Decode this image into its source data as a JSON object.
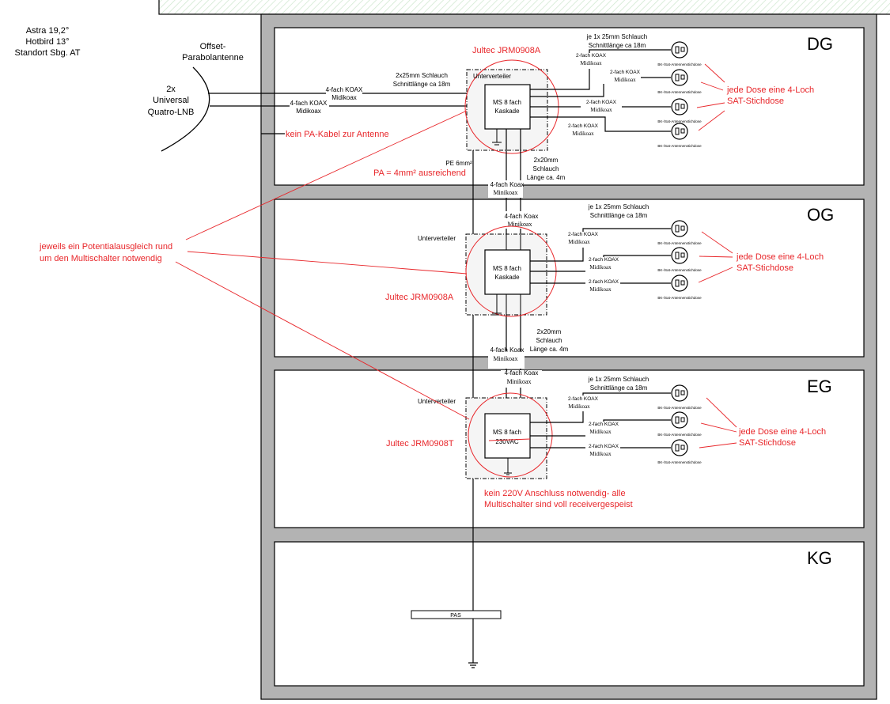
{
  "site": {
    "satellites": [
      "Astra 19,2°",
      "Hotbird 13°",
      "Standort Sbg. AT"
    ],
    "antenna_label": [
      "Offset-",
      "Parabolantenne"
    ],
    "lnb_label": [
      "2x",
      "Universal",
      "Quatro-LNB"
    ]
  },
  "feed": {
    "cable1": [
      "4-fach KOAX",
      "Midikoax"
    ],
    "cable2": [
      "4-fach KOAX",
      "Midikoax"
    ],
    "conduit": [
      "2x25mm Schlauch",
      "Schnittlänge ca 18m"
    ],
    "no_pa_note": "kein PA-Kabel zur Antenne"
  },
  "floors": {
    "dg": {
      "name": "DG",
      "model": "Jultec JRM0908A",
      "subpanel": "Unterverteiler",
      "switch": [
        "MS 8 fach",
        "Kaskade"
      ],
      "outlet_conduit": [
        "je 1x 25mm Schlauch",
        "Schnittlänge ca 18m"
      ],
      "outputs": [
        [
          "2-fach KOAX",
          "Midikoax"
        ],
        [
          "2-fach KOAX",
          "Midikoax"
        ],
        [
          "2-fach KOAX",
          "Midikoax"
        ],
        [
          "2-fach KOAX",
          "Midikoax"
        ]
      ],
      "outlet_label": "BK-/Sat-Antennenstichdose",
      "outlet_note": [
        "jede Dose eine 4-Loch",
        "SAT-Stichdose"
      ],
      "pe_label": "PE 6mm²",
      "pa_note": "PA = 4mm² ausreichend",
      "riser_conduit": [
        "2x20mm",
        "Schlauch",
        "Länge ca. 4m"
      ],
      "riser_cable": [
        "4-fach Koax",
        "Minikoax"
      ]
    },
    "og": {
      "name": "OG",
      "model": "Jultec JRM0908A",
      "subpanel": "Unterverteiler",
      "switch": [
        "MS 8 fach",
        "Kaskade"
      ],
      "in_cable": [
        "4-fach Koax",
        "Minikoax"
      ],
      "outlet_conduit": [
        "je 1x 25mm Schlauch",
        "Schnittlänge ca 18m"
      ],
      "outputs": [
        [
          "2-fach KOAX",
          "Midikoax"
        ],
        [
          "2-fach KOAX",
          "Midikoax"
        ],
        [
          "2-fach KOAX",
          "Midikoax"
        ]
      ],
      "outlet_label": "BK-/Sat-Antennenstichdose",
      "outlet_note": [
        "jede Dose eine 4-Loch",
        "SAT-Stichdose"
      ],
      "riser_conduit": [
        "2x20mm",
        "Schlauch",
        "Länge ca. 4m"
      ],
      "riser_cable": [
        "4-fach Koax",
        "Minikoax"
      ]
    },
    "eg": {
      "name": "EG",
      "model": "Jultec JRM0908T",
      "subpanel": "Unterverteiler",
      "switch": [
        "MS 8 fach",
        "230VAC"
      ],
      "in_cable": [
        "4-fach Koax",
        "Minikoax"
      ],
      "outlet_conduit": [
        "je 1x 25mm Schlauch",
        "Schnittlänge ca 18m"
      ],
      "outputs": [
        [
          "2-fach KOAX",
          "Midikoax"
        ],
        [
          "2-fach KOAX",
          "Midikoax"
        ],
        [
          "2-fach KOAX",
          "Midikoax"
        ]
      ],
      "outlet_label": "BK-/Sat-Antennenstichdose",
      "outlet_note": [
        "jede Dose eine 4-Loch",
        "SAT-Stichdose"
      ],
      "power_note": [
        "kein 220V Anschluss notwendig- alle",
        "Multischalter sind voll receivergespeist"
      ]
    },
    "kg": {
      "name": "KG",
      "pas_label": "PAS"
    }
  },
  "annotations": {
    "potential_note": [
      "jeweils ein Potentialausgleich rund",
      "um den Multischalter notwendig"
    ]
  },
  "colors": {
    "wall": "#b3b3b3",
    "annotation": "#e8262a",
    "roof_hatch": "#cfe8cf",
    "subpanel_fill": "#f5f5f5"
  }
}
